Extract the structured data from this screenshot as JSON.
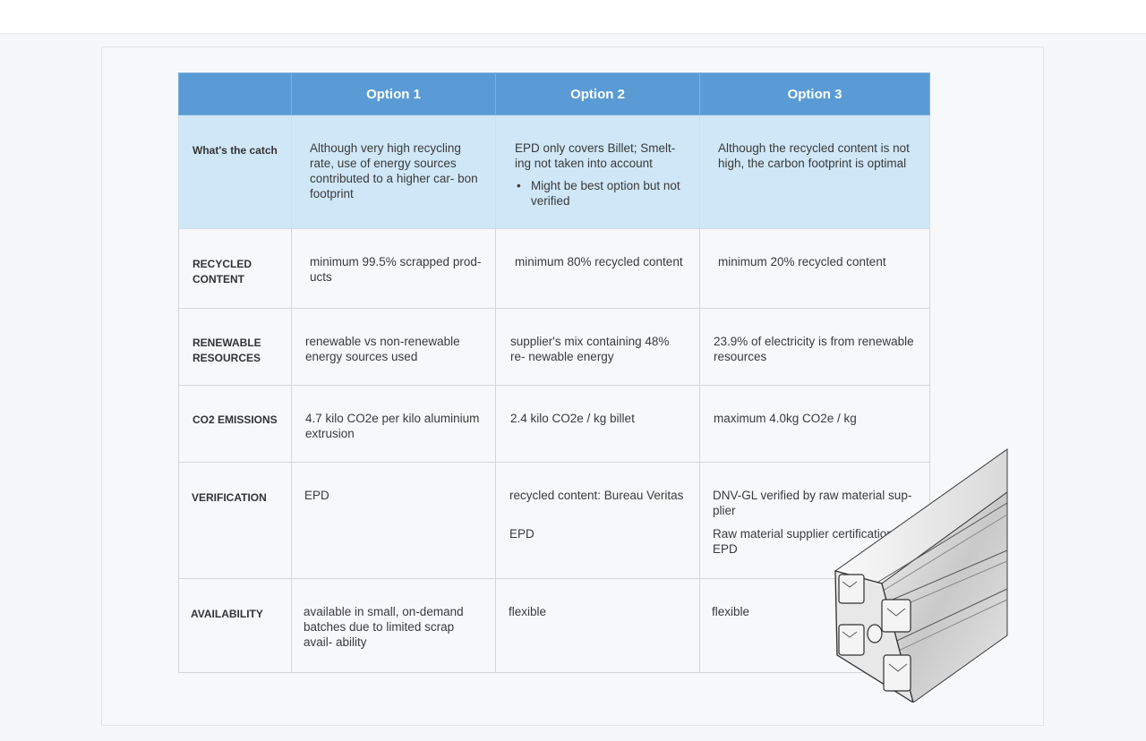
{
  "table": {
    "headers": [
      "",
      "Option 1",
      "Option 2",
      "Option 3"
    ],
    "rows": {
      "catch": {
        "label": "What's the catch",
        "option1": "Although very high recycling rate, use of energy sources contributed to a higher car- bon footprint",
        "option2": "EPD only covers Billet; Smelt- ing not taken into account",
        "option2_bullet": "Might be best option but not verified",
        "option3": "Although the recycled content is not high, the carbon footprint is optimal"
      },
      "recycled": {
        "label": "RECYCLED CONTENT",
        "option1": "minimum 99.5% scrapped prod- ucts",
        "option2": "minimum 80% recycled content",
        "option3": "minimum 20% recycled content"
      },
      "renewable": {
        "label": "RENEWABLE RESOURCES",
        "option1": "renewable vs non-renewable energy sources used",
        "option2": "supplier's mix containing 48% re- newable energy",
        "option3": "23.9% of electricity is from renewable resources"
      },
      "co2": {
        "label": "CO2 EMISSIONS",
        "option1": "4.7 kilo CO2e per kilo aluminium extrusion",
        "option2": "2.4 kilo CO2e / kg billet",
        "option3": "maximum 4.0kg CO2e / kg"
      },
      "verification": {
        "label": "VERIFICATION",
        "option1": "EPD",
        "option2_line1": "recycled content: Bureau Veritas",
        "option2_line2": "EPD",
        "option3_line1": "DNV-GL verified by raw material sup- plier",
        "option3_line2": "Raw material supplier certification by EPD"
      },
      "availability": {
        "label": "AVAILABILITY",
        "option1": "available in small, on-demand batches due to limited scrap avail- ability",
        "option2": "flexible",
        "option3": "flexible"
      }
    }
  },
  "colors": {
    "header_blue": "#5a9bd5",
    "catch_row_blue": "#cfe7f7",
    "row_background": "#f7f8fa"
  },
  "illustration": {
    "icon": "aluminium-extrusion-profile"
  }
}
